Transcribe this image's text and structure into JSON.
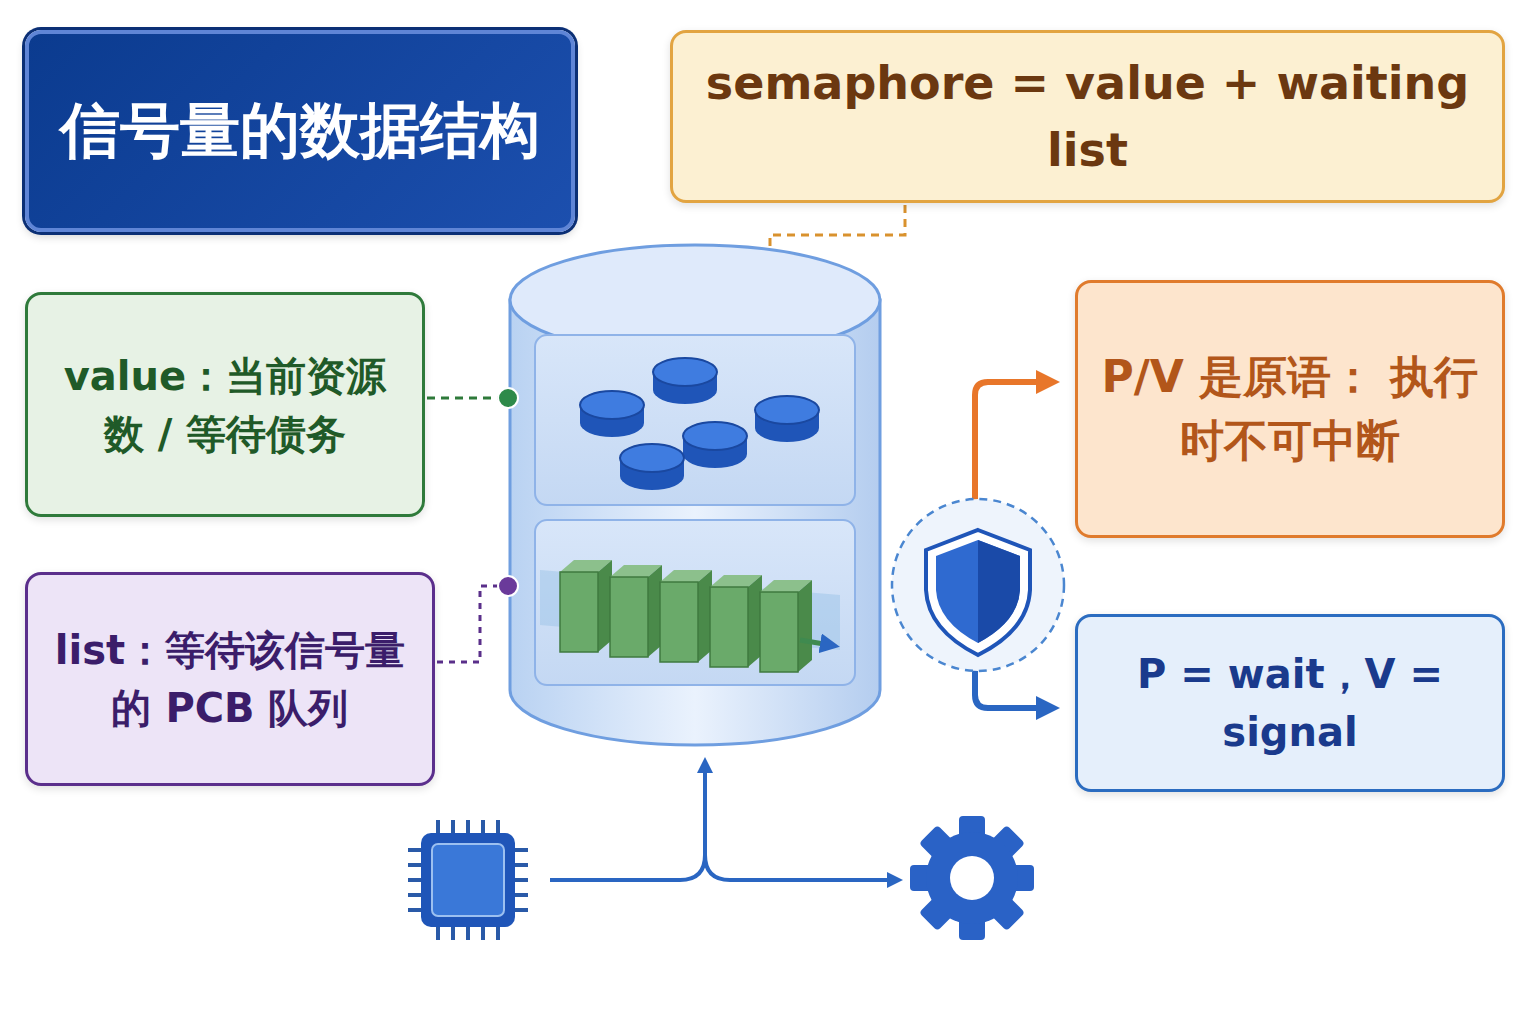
{
  "diagram": {
    "title": "信号量的数据结构",
    "nodes": [
      {
        "text": [
          "semaphore = value + waiting list"
        ]
      },
      {
        "text": [
          "value：当前资源数 / 等待债务"
        ]
      },
      {
        "text": [
          "P/V 是原语： 执行时不可中断"
        ]
      },
      {
        "text": [
          "list：等待该信号量的 PCB 队列"
        ]
      },
      {
        "text": [
          "P = wait，V = signal"
        ]
      }
    ]
  }
}
